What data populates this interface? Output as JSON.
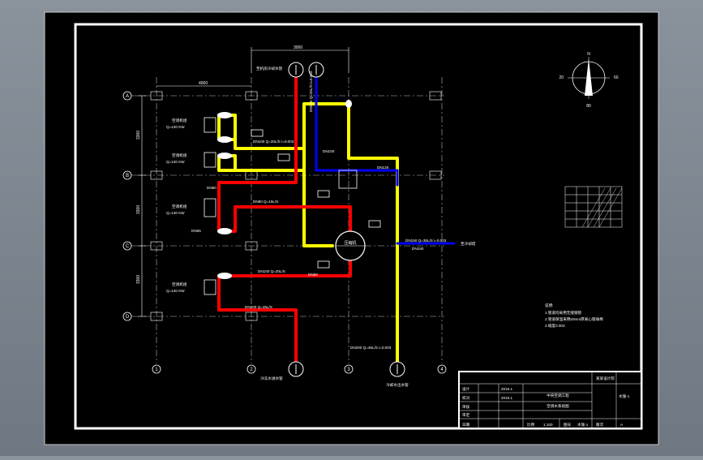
{
  "drawing": {
    "dims": {
      "top": "3000",
      "left": "4000",
      "height_a": "3300",
      "height_b": "3300",
      "height_c": "3300"
    },
    "grid_rows": [
      "A",
      "B",
      "C",
      "D"
    ],
    "grid_cols": [
      "1",
      "2",
      "3",
      "4"
    ],
    "labels": {
      "top_inlet": "至机房冷却水管",
      "bottom_left": "冷冻水进水管",
      "bottom_right": "冷却水出水管",
      "right_outlet": "至冷却塔",
      "compressor": "压缩机",
      "unit_a": "空调机组",
      "unit_b": "空调机组",
      "unit_c": "空调机组",
      "unit_d": "空调机组",
      "spec_a": "Q=130 KW",
      "spec_b": "Q=130 KW",
      "spec_c": "Q=130 KW",
      "spec_d": "Q=130 KW",
      "pipe_1": "DN100 Q=20L/S i=0.003",
      "pipe_2": "DN125 Q=25L/S i=0.003",
      "pipe_3": "DN80 Q=15L/S",
      "pipe_4": "DN150 Q=35L/S i=0.003",
      "pipe_5": "DN100 Q=20L/S",
      "pipe_6": "DN200 Q=45L/S",
      "bottom_spec": "DN200 Q=45L/S i=0.003",
      "dn_1": "DN100",
      "dn_2": "DN125",
      "dn_3": "DN80",
      "dn_4": "DN150",
      "dn_5": "DN65",
      "dn_6": "DN50"
    },
    "notes": {
      "title": "说明:",
      "line1": "1.管道均采用无缝钢管",
      "line2": "2.管道保温采用50mm厚离心玻璃棉",
      "line3": "3.坡度0.003"
    },
    "compass": {
      "north": "N",
      "left": "20",
      "right": "60",
      "bottom": "80"
    }
  },
  "title_block": {
    "company": "某某设计院",
    "drawing_title": "空调水系统图",
    "project": "中央空调工程",
    "scale": "1:100",
    "sheet": "水施-1",
    "date1": "2019.1",
    "date2": "2019.1",
    "rows": [
      "设计",
      "校对",
      "审核",
      "审定",
      "日期"
    ],
    "bottom_cells": [
      "比例",
      "1:100",
      "图号",
      "水施-1",
      "版次",
      "A"
    ]
  },
  "colors": {
    "background": "#000000",
    "yellow_pipe": "#ffff00",
    "red_pipe": "#ff0000",
    "blue_pipe": "#0000ff",
    "line": "#ffffff"
  }
}
